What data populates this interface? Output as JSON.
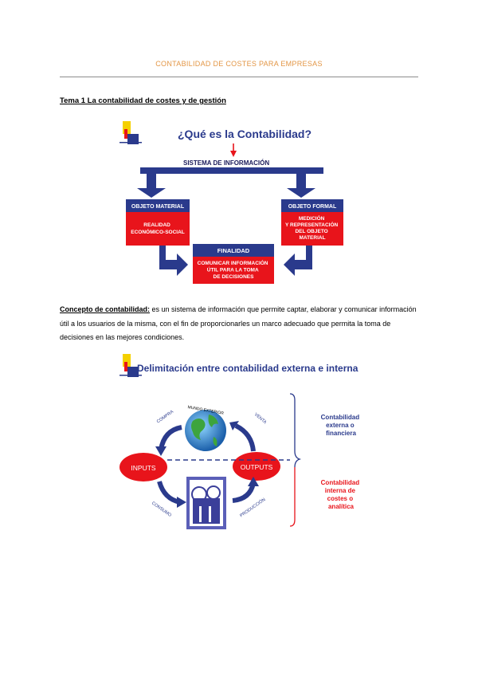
{
  "header": {
    "running_title": "CONTABILIDAD DE COSTES PARA EMPRESAS"
  },
  "section": {
    "heading": "Tema 1 La contabilidad de costes y de gestión"
  },
  "figure1": {
    "title": "¿Qué es la Contabilidad?",
    "system_label": "SISTEMA DE INFORMACIÓN",
    "material_head": "OBJETO MATERIAL",
    "material_body": [
      "REALIDAD",
      "ECONÓMICO-SOCIAL"
    ],
    "formal_head": "OBJETO FORMAL",
    "formal_body": [
      "MEDICIÓN",
      "Y REPRESENTACIÓN",
      "DEL OBJETO",
      "MATERIAL"
    ],
    "final_head": "FINALIDAD",
    "final_body": [
      "COMUNICAR INFORMACIÓN",
      "ÚTIL PARA LA TOMA",
      "DE DECISIONES"
    ]
  },
  "definition": {
    "term": "Concepto de contabilidad:",
    "text": " es un sistema de información que permite captar, elaborar y comunicar información útil a los usuarios de la misma, con el fin de proporcionarles un marco adecuado que permita la toma de decisiones en las mejores condiciones."
  },
  "figure2": {
    "title": "Delimitación entre contabilidad externa e interna",
    "world_label": "MUNDO EXTERIOR",
    "inputs": "INPUTS",
    "outputs": "OUTPUTS",
    "compra": "COMPRA",
    "venta": "VENTA",
    "consumo": "CONSUMO",
    "produccion": "PRODUCCIÓN",
    "external": [
      "Contabilidad",
      "externa  o",
      "financiera"
    ],
    "internal": [
      "Contabilidad",
      "interna  de",
      "costes o",
      "analítica"
    ]
  },
  "colors": {
    "navy": "#2a3a8c",
    "red": "#e8141b",
    "header": "#e39645",
    "yellow": "#f4d000"
  }
}
